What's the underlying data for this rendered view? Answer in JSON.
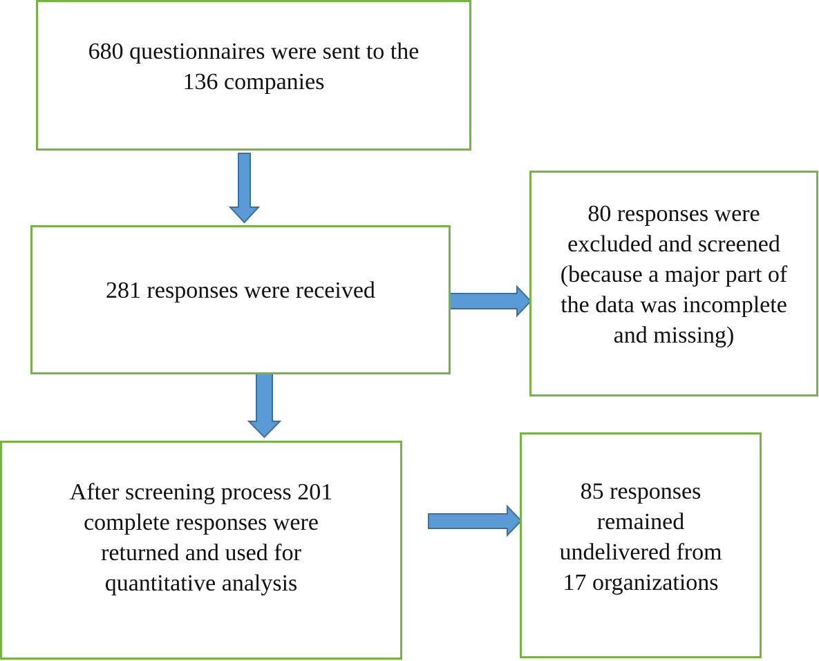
{
  "flowchart": {
    "boxes": {
      "sent": {
        "lines": [
          "680 questionnaires were sent to the",
          "136 companies"
        ]
      },
      "received": {
        "lines": [
          "281 responses were received"
        ]
      },
      "excluded": {
        "lines": [
          "80 responses were",
          "excluded and screened",
          "(because a major part of",
          "the data was incomplete",
          "and missing)"
        ]
      },
      "complete": {
        "lines": [
          "After screening process 201",
          "complete responses were",
          "returned and used for",
          "quantitative analysis"
        ]
      },
      "undelivered": {
        "lines": [
          "85 responses",
          "remained",
          "undelivered from",
          "17 organizations"
        ]
      }
    },
    "colors": {
      "box_border": "#77b244",
      "arrow_fill": "#5b9bd5",
      "arrow_stroke": "#3a6fa3",
      "text": "#111111"
    }
  }
}
